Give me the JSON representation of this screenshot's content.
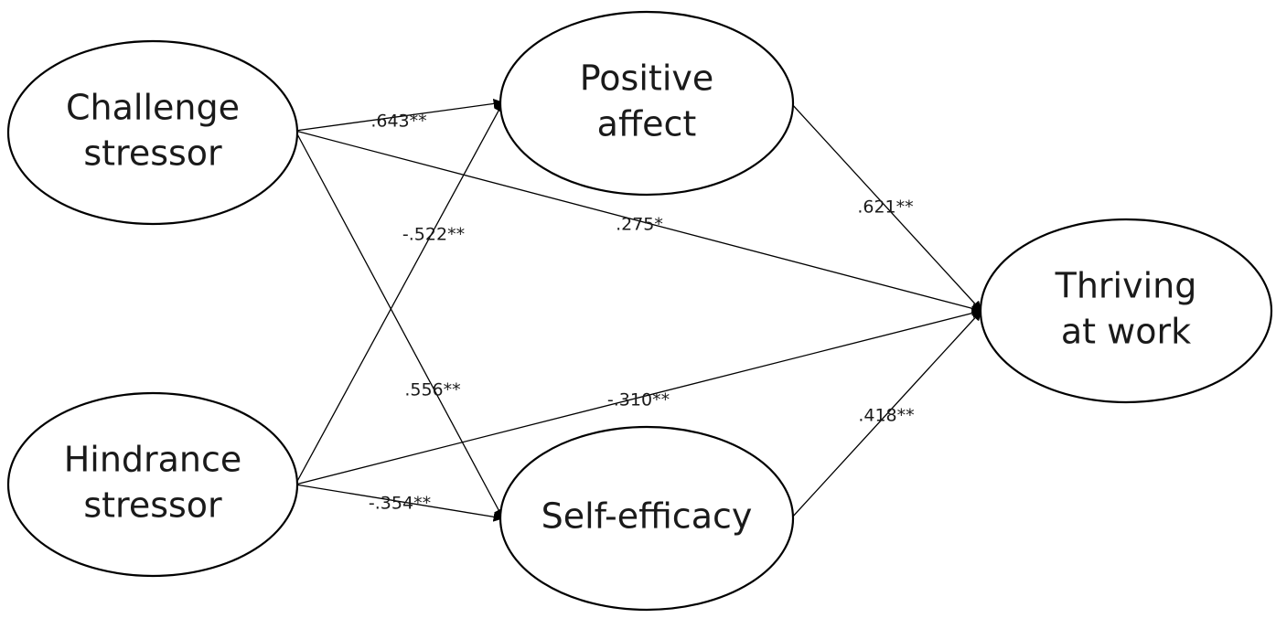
{
  "nodes": [
    {
      "id": "challenge",
      "label_lines": [
        "Challenge",
        "stressor"
      ]
    },
    {
      "id": "hindrance",
      "label_lines": [
        "Hindrance",
        "stressor"
      ]
    },
    {
      "id": "positive",
      "label_lines": [
        "Positive",
        "affect"
      ]
    },
    {
      "id": "selfeff",
      "label_lines": [
        "Self-efficacy"
      ]
    },
    {
      "id": "thriving",
      "label_lines": [
        "Thriving",
        "at work"
      ]
    }
  ],
  "edges": [
    {
      "id": "challenge-positive",
      "from": "challenge",
      "to": "positive",
      "label": ".643**"
    },
    {
      "id": "challenge-thriving",
      "from": "challenge",
      "to": "thriving",
      "label": ".275*"
    },
    {
      "id": "challenge-selfeff",
      "from": "challenge",
      "to": "selfeff",
      "label": ".556**"
    },
    {
      "id": "hindrance-positive",
      "from": "hindrance",
      "to": "positive",
      "label": "-.522**"
    },
    {
      "id": "hindrance-thriving",
      "from": "hindrance",
      "to": "thriving",
      "label": "-.310**"
    },
    {
      "id": "hindrance-selfeff",
      "from": "hindrance",
      "to": "selfeff",
      "label": "-.354**"
    },
    {
      "id": "positive-thriving",
      "from": "positive",
      "to": "thriving",
      "label": ".621**"
    },
    {
      "id": "selfeff-thriving",
      "from": "selfeff",
      "to": "thriving",
      "label": ".418**"
    }
  ]
}
